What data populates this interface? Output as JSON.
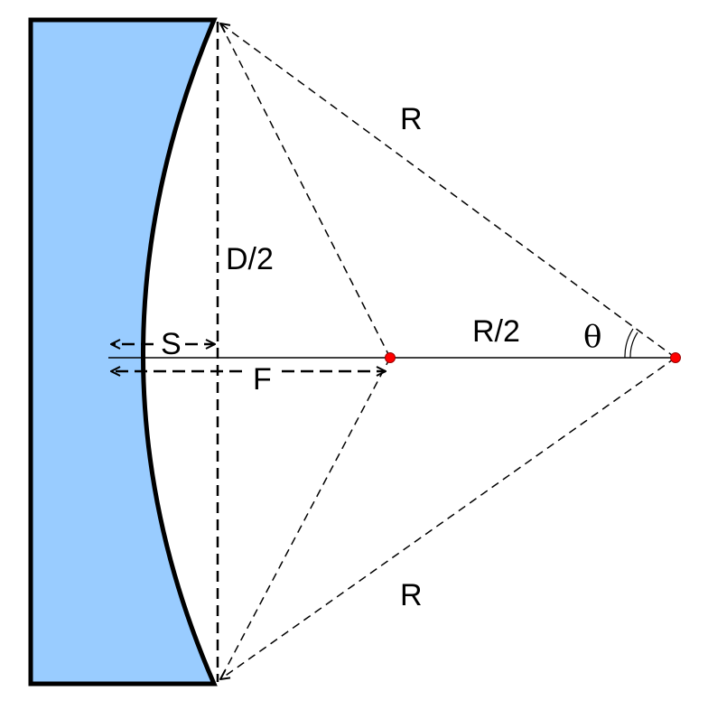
{
  "labels": {
    "radius_top": "R",
    "radius_bottom": "R",
    "half_diameter": "D/2",
    "sag": "S",
    "focal_length": "F",
    "half_radius": "R/2",
    "angle": "θ"
  },
  "colors": {
    "mirror_fill": "#99CCFF",
    "outline": "#000000",
    "point_fill": "#FF0000",
    "point_stroke": "#990000",
    "background": "#FFFFFF"
  }
}
